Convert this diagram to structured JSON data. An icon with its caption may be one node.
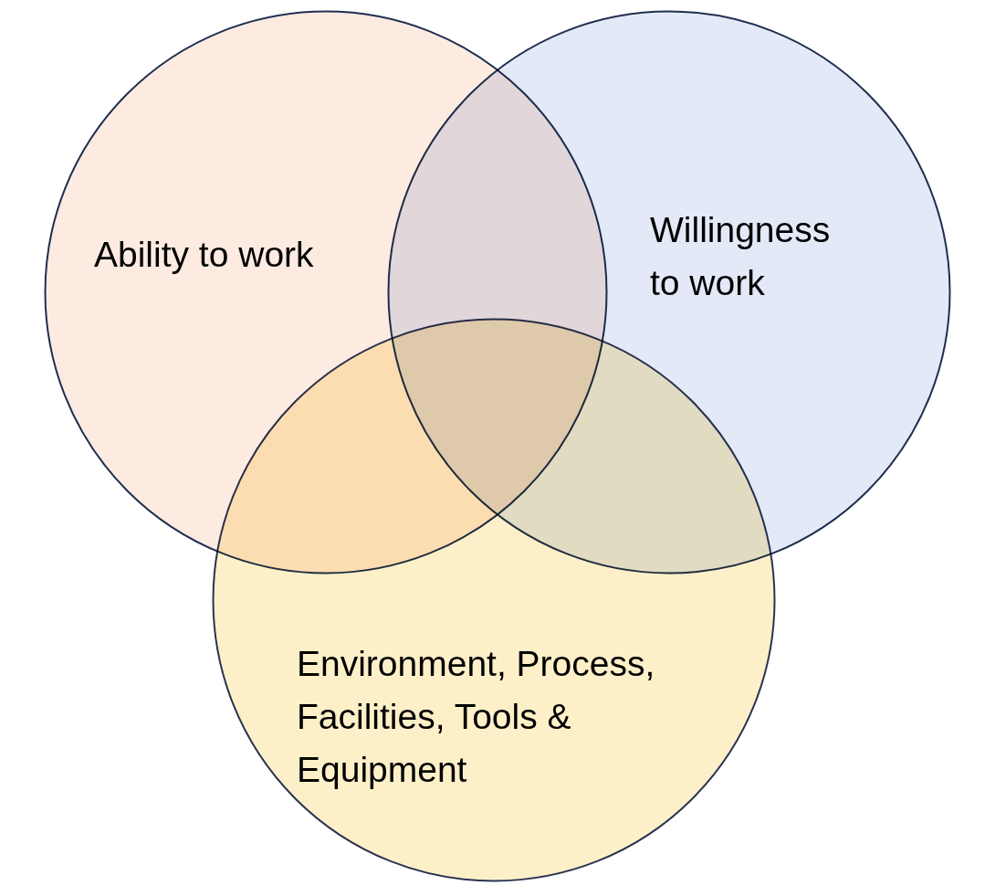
{
  "diagram": {
    "nodes": [
      {
        "text": [
          "Ability to work"
        ]
      },
      {
        "text": [
          "Willingness to work"
        ]
      },
      {
        "text": [
          "Environment, Process, Facilities, Tools & Equipment"
        ]
      }
    ]
  }
}
